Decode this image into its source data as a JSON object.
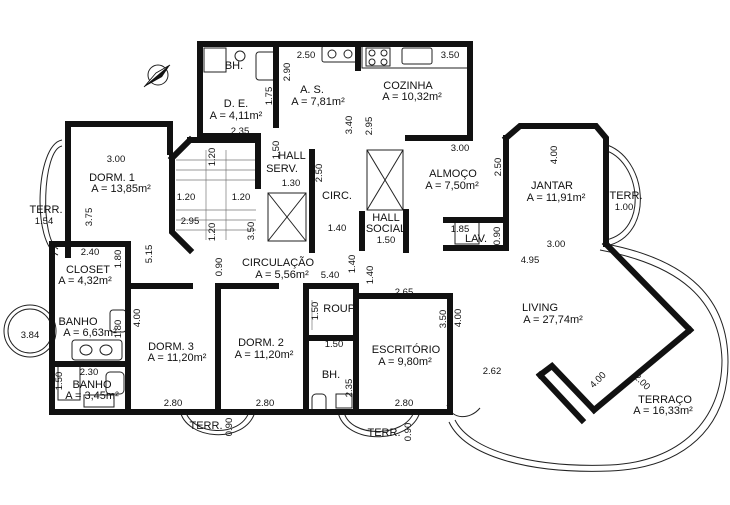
{
  "rooms": {
    "bh_top": "BH.",
    "ae": "A. S.",
    "ae_area": "A = 7,81m²",
    "cozinha": "COZINHA",
    "cozinha_area": "A = 10,32m²",
    "de": "D. E.",
    "de_area": "A = 4,11m²",
    "dorm1": "DORM. 1",
    "dorm1_area": "A = 13,85m²",
    "hall_serv_1": "HALL",
    "hall_serv_2": "SERV.",
    "circ": "CIRC.",
    "almoco": "ALMOÇO",
    "almoco_area": "A = 7,50m²",
    "hall_social_1": "HALL",
    "hall_social_2": "SOCIAL",
    "jantar": "JANTAR",
    "jantar_area": "A = 11,91m²",
    "terr_right": "TERR.",
    "terr_left": "TERR.",
    "lav": "LAV.",
    "closet": "CLOSET",
    "closet_area": "A = 4,32m²",
    "circulacao": "CIRCULAÇÃO",
    "circulacao_area": "A = 5,56m²",
    "living": "LIVING",
    "living_area": "A = 27,74m²",
    "banho1": "BANHO",
    "banho1_area": "A = 6,63m²",
    "roup": "ROUP.",
    "dorm3": "DORM. 3",
    "dorm3_area": "A = 11,20m²",
    "dorm2": "DORM. 2",
    "dorm2_area": "A = 11,20m²",
    "escritorio": "ESCRITÓRIO",
    "escritorio_area": "A = 9,80m²",
    "bh_mid": "BH.",
    "banho2": "BANHO",
    "banho2_area": "A = 3,45m²",
    "terraco": "TERRAÇO",
    "terraco_area": "A = 16,33m²",
    "terr_bottom_left": "TERR.",
    "terr_bottom_mid": "TERR."
  },
  "dims": {
    "d_250_ae": "2.50",
    "d_350_coz": "3.50",
    "d_290": "2.90",
    "d_175": "1.75",
    "d_235": "2.35",
    "d_340": "3.40",
    "d_295_coz": "2.95",
    "d_300_alm": "3.00",
    "d_250_alm": "2.50",
    "d_400_jan": "4.00",
    "d_100_terr": "1.00",
    "d_300_jan": "3.00",
    "d_185": "1.85",
    "d_090_lav": "0.90",
    "d_495": "4.95",
    "d_300_d1": "3.00",
    "d_375": "3.75",
    "d_154": "1.54",
    "d_515": "5.15",
    "d_150_hs": "1.50",
    "d_120_a": "1.20",
    "d_120_b": "1.20",
    "d_120_c": "1.20",
    "d_120_d": "1.20",
    "d_130": "1.30",
    "d_250_circ": "2.50",
    "d_295_stair": "2.95",
    "d_350_stair": "3.50",
    "d_140_a": "1.40",
    "d_150_hsoc": "1.50",
    "d_240": "2.40",
    "d_180_cl": "1.80",
    "d_090_circ": "0.90",
    "d_540": "5.40",
    "d_140_b": "1.40",
    "d_140_c": "1.40",
    "d_265": "2.65",
    "d_384": "3.84",
    "d_180_b": "1.80",
    "d_400_d3": "4.00",
    "d_150_roup": "1.50",
    "d_150_bh": "1.50",
    "d_235_bh": "2.35",
    "d_350_esc": "3.50",
    "d_400_esc": "4.00",
    "d_262": "2.62",
    "d_400_liv": "4.00",
    "d_200": "2.00",
    "d_150_b2": "1.50",
    "d_230": "2.30",
    "d_280_a": "2.80",
    "d_280_b": "2.80",
    "d_280_c": "2.80",
    "d_090_t1": "0.90",
    "d_090_t2": "0.90"
  },
  "icons": {
    "compass": "north-arrow-icon"
  }
}
